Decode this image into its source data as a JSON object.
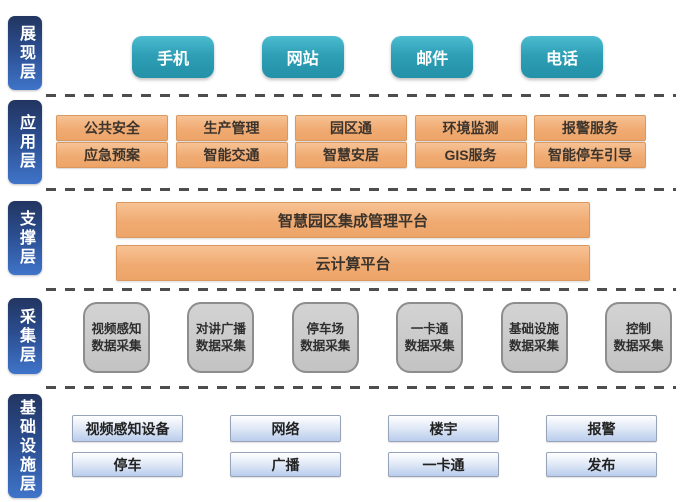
{
  "colors": {
    "layer_label_top": "#223560",
    "layer_label_bottom": "#3f74c9",
    "teal_button": "#2e9fb6",
    "orange_box": "#f0ab72",
    "orange_border": "#d8985f",
    "gray_box": "#c9c9c9",
    "gray_border": "#8d8d8d",
    "infra_box_bottom": "#b9cdec",
    "separator": "#4d4d4d"
  },
  "layers": {
    "presentation": {
      "label": "展现层",
      "items": [
        "手机",
        "网站",
        "邮件",
        "电话"
      ]
    },
    "application": {
      "label": "应用层",
      "rows": [
        [
          "公共安全",
          "生产管理",
          "园区通",
          "环境监测",
          "报警服务"
        ],
        [
          "应急预案",
          "智能交通",
          "智慧安居",
          "GIS服务",
          "智能停车引导"
        ]
      ]
    },
    "support": {
      "label": "支撑层",
      "items": [
        "智慧园区集成管理平台",
        "云计算平台"
      ]
    },
    "collection": {
      "label": "采集层",
      "items": [
        {
          "l1": "视频感知",
          "l2": "数据采集"
        },
        {
          "l1": "对讲广播",
          "l2": "数据采集"
        },
        {
          "l1": "停车场",
          "l2": "数据采集"
        },
        {
          "l1": "一卡通",
          "l2": "数据采集"
        },
        {
          "l1": "基础设施",
          "l2": "数据采集"
        },
        {
          "l1": "控制",
          "l2": "数据采集"
        }
      ]
    },
    "infrastructure": {
      "label": "基础设施层",
      "rows": [
        [
          "视频感知设备",
          "网络",
          "楼宇",
          "报警"
        ],
        [
          "停车",
          "广播",
          "一卡通",
          "发布"
        ]
      ]
    }
  }
}
